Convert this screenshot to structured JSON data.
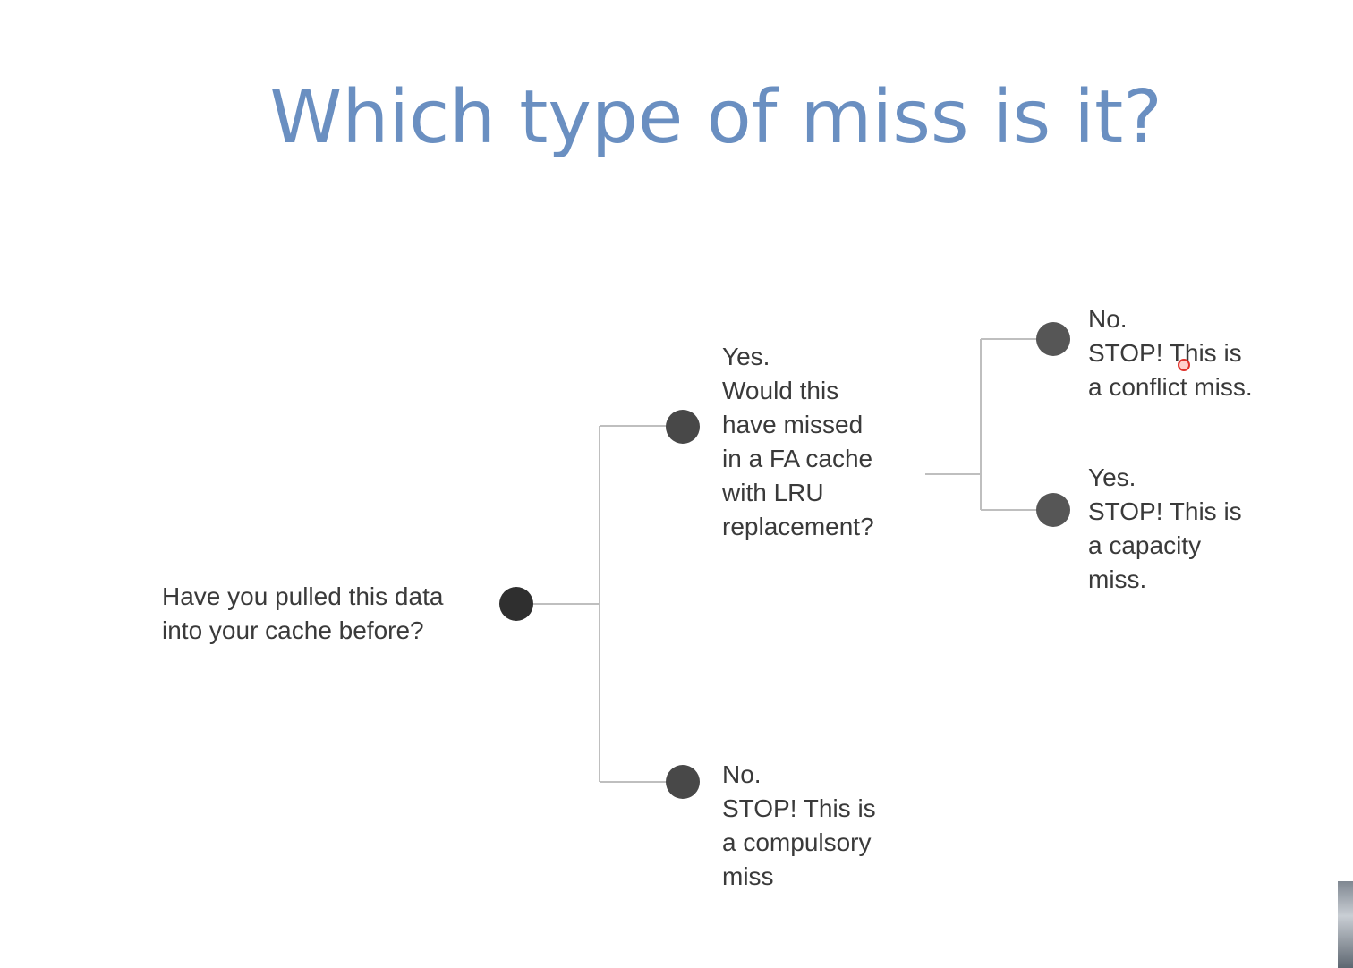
{
  "slide": {
    "title": "Which type of miss is it?"
  },
  "tree": {
    "root": {
      "text": "Have you pulled this data\ninto your cache before?"
    },
    "yes_branch": {
      "text": "Yes.\nWould this\nhave missed\nin a FA cache\nwith LRU\nreplacement?"
    },
    "no_branch": {
      "text": "No.\nSTOP! This is\na compulsory\nmiss"
    },
    "conflict_leaf": {
      "text": "No.\nSTOP! This is\na conflict miss."
    },
    "capacity_leaf": {
      "text": "Yes.\nSTOP! This is\na capacity\nmiss."
    }
  },
  "colors": {
    "title": "#6a8fc1",
    "text": "#3a3a3a",
    "connector": "#bfbfbf",
    "cursor": "#e0322b"
  }
}
